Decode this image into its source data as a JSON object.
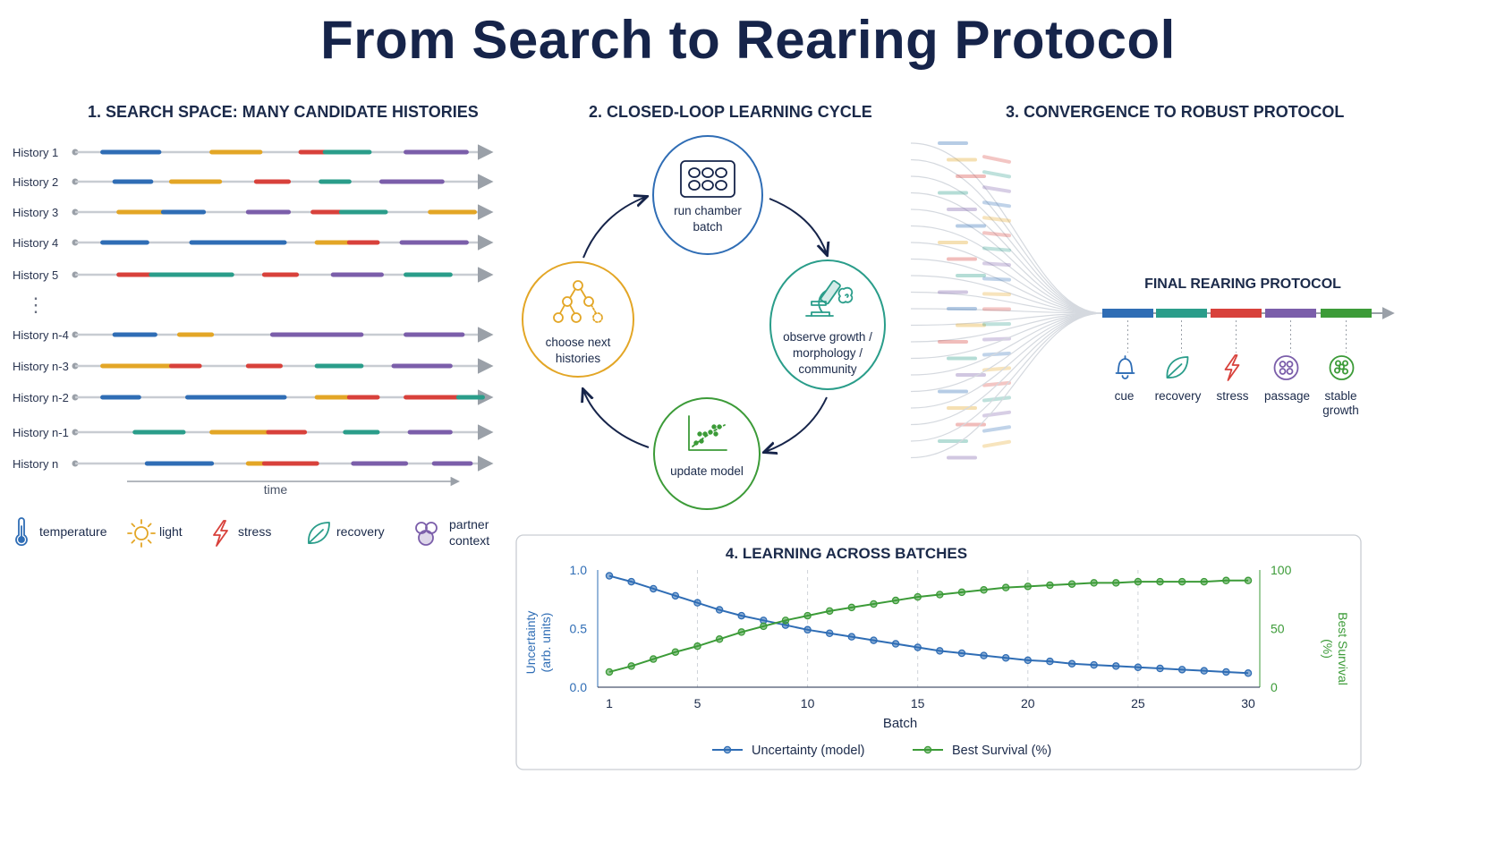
{
  "title": "From Search to Rearing Protocol",
  "colors": {
    "temperature": "#2f6db5",
    "light": "#e3a626",
    "stress": "#d8413b",
    "recovery": "#2a9d8a",
    "partner": "#7b5eaa",
    "green": "#3c9b38",
    "track": "#c8ccd2",
    "navy": "#16244a"
  },
  "section1": {
    "title": "1. SEARCH SPACE: MANY CANDIDATE HISTORIES",
    "histories": [
      {
        "label": "History 1",
        "segments": [
          [
            "temperature",
            0.05,
            0.19
          ],
          [
            "light",
            0.32,
            0.44
          ],
          [
            "stress",
            0.54,
            0.6
          ],
          [
            "recovery",
            0.6,
            0.71
          ],
          [
            "partner",
            0.8,
            0.95
          ]
        ]
      },
      {
        "label": "History 2",
        "segments": [
          [
            "temperature",
            0.08,
            0.17
          ],
          [
            "light",
            0.22,
            0.34
          ],
          [
            "stress",
            0.43,
            0.51
          ],
          [
            "recovery",
            0.59,
            0.66
          ],
          [
            "partner",
            0.74,
            0.89
          ]
        ]
      },
      {
        "label": "History 3",
        "segments": [
          [
            "light",
            0.09,
            0.2
          ],
          [
            "temperature",
            0.2,
            0.3
          ],
          [
            "partner",
            0.41,
            0.51
          ],
          [
            "stress",
            0.57,
            0.64
          ],
          [
            "recovery",
            0.64,
            0.75
          ],
          [
            "light",
            0.86,
            0.97
          ]
        ]
      },
      {
        "label": "History 4",
        "segments": [
          [
            "temperature",
            0.05,
            0.16
          ],
          [
            "temperature",
            0.27,
            0.5
          ],
          [
            "light",
            0.58,
            0.66
          ],
          [
            "stress",
            0.66,
            0.73
          ],
          [
            "partner",
            0.79,
            0.95
          ]
        ]
      },
      {
        "label": "History 5",
        "segments": [
          [
            "stress",
            0.09,
            0.17
          ],
          [
            "recovery",
            0.17,
            0.37
          ],
          [
            "stress",
            0.45,
            0.53
          ],
          [
            "partner",
            0.62,
            0.74
          ],
          [
            "recovery",
            0.8,
            0.91
          ]
        ]
      },
      {
        "label": "History n-4",
        "segments": [
          [
            "temperature",
            0.08,
            0.18
          ],
          [
            "light",
            0.24,
            0.32
          ],
          [
            "partner",
            0.47,
            0.69
          ],
          [
            "partner",
            0.8,
            0.94
          ]
        ]
      },
      {
        "label": "History n-3",
        "segments": [
          [
            "light",
            0.05,
            0.22
          ],
          [
            "stress",
            0.22,
            0.29
          ],
          [
            "stress",
            0.41,
            0.49
          ],
          [
            "recovery",
            0.58,
            0.69
          ],
          [
            "partner",
            0.77,
            0.91
          ]
        ]
      },
      {
        "label": "History n-2",
        "segments": [
          [
            "temperature",
            0.05,
            0.14
          ],
          [
            "temperature",
            0.26,
            0.5
          ],
          [
            "light",
            0.58,
            0.66
          ],
          [
            "stress",
            0.66,
            0.73
          ],
          [
            "stress",
            0.8,
            0.93
          ],
          [
            "recovery",
            0.93,
            0.99
          ]
        ]
      },
      {
        "label": "History n-1",
        "segments": [
          [
            "recovery",
            0.13,
            0.25
          ],
          [
            "light",
            0.32,
            0.46
          ],
          [
            "stress",
            0.46,
            0.55
          ],
          [
            "recovery",
            0.65,
            0.73
          ],
          [
            "partner",
            0.81,
            0.91
          ]
        ]
      },
      {
        "label": "History n",
        "segments": [
          [
            "temperature",
            0.16,
            0.32
          ],
          [
            "light",
            0.41,
            0.45
          ],
          [
            "stress",
            0.45,
            0.58
          ],
          [
            "partner",
            0.67,
            0.8
          ],
          [
            "partner",
            0.87,
            0.96
          ]
        ]
      }
    ],
    "ellipsis": "⋮",
    "time_label": "time",
    "legend": [
      {
        "key": "temperature",
        "label": "temperature",
        "icon": "thermometer-icon"
      },
      {
        "key": "light",
        "label": "light",
        "icon": "sun-icon"
      },
      {
        "key": "stress",
        "label": "stress",
        "icon": "lightning-icon"
      },
      {
        "key": "recovery",
        "label": "recovery",
        "icon": "leaf-icon"
      },
      {
        "key": "partner",
        "label": "partner context",
        "label_lines": [
          "partner",
          "context"
        ],
        "icon": "partner-circles-icon"
      }
    ]
  },
  "section2": {
    "title": "2. CLOSED-LOOP LEARNING CYCLE",
    "nodes": [
      {
        "id": "run",
        "label_lines": [
          "run chamber",
          "batch"
        ],
        "color": "#2f6db5",
        "icon": "well-plate-icon"
      },
      {
        "id": "observe",
        "label_lines": [
          "observe growth /",
          "morphology /",
          "community"
        ],
        "color": "#2a9d8a",
        "icon": "microscope-icon"
      },
      {
        "id": "update",
        "label_lines": [
          "update model"
        ],
        "color": "#3c9b38",
        "icon": "scatter-plot-icon"
      },
      {
        "id": "choose",
        "label_lines": [
          "choose next",
          "histories"
        ],
        "color": "#e3a626",
        "icon": "tree-icon"
      }
    ]
  },
  "section3": {
    "title": "3. CONVERGENCE TO ROBUST PROTOCOL",
    "final_title": "FINAL REARING PROTOCOL",
    "steps": [
      {
        "label_lines": [
          "cue"
        ],
        "color": "#2f6db5",
        "icon": "bell-icon"
      },
      {
        "label_lines": [
          "recovery"
        ],
        "color": "#2a9d8a",
        "icon": "leaf-icon"
      },
      {
        "label_lines": [
          "stress"
        ],
        "color": "#d8413b",
        "icon": "lightning-icon"
      },
      {
        "label_lines": [
          "passage"
        ],
        "color": "#7b5eaa",
        "icon": "cells-dish-icon"
      },
      {
        "label_lines": [
          "stable",
          "growth"
        ],
        "color": "#3c9b38",
        "icon": "colony-icon"
      }
    ]
  },
  "section4": {
    "title": "4. LEARNING ACROSS BATCHES",
    "chart_data": {
      "type": "line",
      "xlabel": "Batch",
      "ylabel_left": "Uncertainty (arb. units)",
      "ylabel_left_lines": [
        "Uncertainty",
        "(arb. units)"
      ],
      "ylabel_right": "Best Survival (%)",
      "ylabel_right_lines": [
        "Best Survival",
        "(%)"
      ],
      "xticks": [
        1,
        5,
        10,
        15,
        20,
        25,
        30
      ],
      "xlim": [
        1,
        30
      ],
      "ylim_left": [
        0.0,
        1.0
      ],
      "yticks_left": [
        "0.0",
        "0.5",
        "1.0"
      ],
      "ylim_right": [
        0,
        100
      ],
      "yticks_right": [
        "0",
        "50",
        "100"
      ],
      "vgrid": [
        5,
        10,
        15,
        20,
        25
      ],
      "x": [
        1,
        2,
        3,
        4,
        5,
        6,
        7,
        8,
        9,
        10,
        11,
        12,
        13,
        14,
        15,
        16,
        17,
        18,
        19,
        20,
        21,
        22,
        23,
        24,
        25,
        26,
        27,
        28,
        29,
        30
      ],
      "series": [
        {
          "name": "Uncertainty (model)",
          "axis": "left",
          "color": "#2f6db5",
          "values": [
            0.95,
            0.9,
            0.84,
            0.78,
            0.72,
            0.66,
            0.61,
            0.57,
            0.53,
            0.49,
            0.46,
            0.43,
            0.4,
            0.37,
            0.34,
            0.31,
            0.29,
            0.27,
            0.25,
            0.23,
            0.22,
            0.2,
            0.19,
            0.18,
            0.17,
            0.16,
            0.15,
            0.14,
            0.13,
            0.12
          ]
        },
        {
          "name": "Best Survival (%)",
          "axis": "right",
          "color": "#3c9b38",
          "values": [
            13,
            18,
            24,
            30,
            35,
            41,
            47,
            52,
            57,
            61,
            65,
            68,
            71,
            74,
            77,
            79,
            81,
            83,
            85,
            86,
            87,
            88,
            89,
            89,
            90,
            90,
            90,
            90,
            91,
            91
          ]
        }
      ],
      "legend_position": "bottom"
    }
  }
}
